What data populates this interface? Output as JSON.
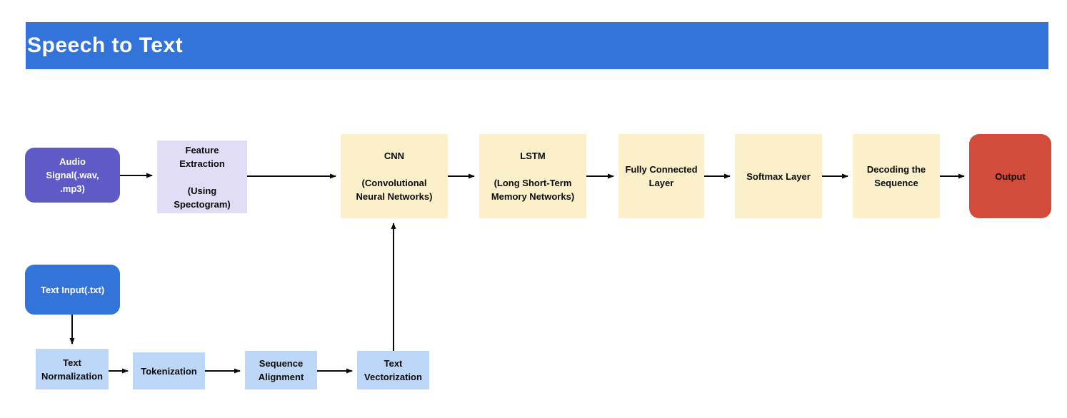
{
  "header": {
    "title": "Speech to Text",
    "bg_color": "#3374DA"
  },
  "colors": {
    "header_blue": "#3374DA",
    "audio_purple": "#5F5BC6",
    "feature_lavender": "#E2DDF7",
    "process_yellow": "#FBF0CA",
    "output_red": "#D24B3B",
    "text_step_blue": "#BCD7F8",
    "arrow_black": "#0a0a0a"
  },
  "diagram": {
    "nodes": [
      {
        "id": "audio-signal",
        "label": "Audio\nSignal(.wav,\n.mp3)"
      },
      {
        "id": "feature-extraction",
        "label": "Feature\nExtraction\n\n(Using\nSpectogram)"
      },
      {
        "id": "cnn",
        "label": "CNN\n\n(Convolutional\nNeural Networks)"
      },
      {
        "id": "lstm",
        "label": "LSTM\n\n(Long Short-Term\nMemory Networks)"
      },
      {
        "id": "fully-connected",
        "label": "Fully Connected\nLayer"
      },
      {
        "id": "softmax",
        "label": "Softmax Layer"
      },
      {
        "id": "decoding",
        "label": "Decoding the\nSequence"
      },
      {
        "id": "output",
        "label": "Output"
      },
      {
        "id": "text-input",
        "label": "Text Input(.txt)"
      },
      {
        "id": "text-normalization",
        "label": "Text\nNormalization"
      },
      {
        "id": "tokenization",
        "label": "Tokenization"
      },
      {
        "id": "sequence-alignment",
        "label": "Sequence\nAlignment"
      },
      {
        "id": "text-vectorization",
        "label": "Text\nVectorization"
      }
    ]
  }
}
